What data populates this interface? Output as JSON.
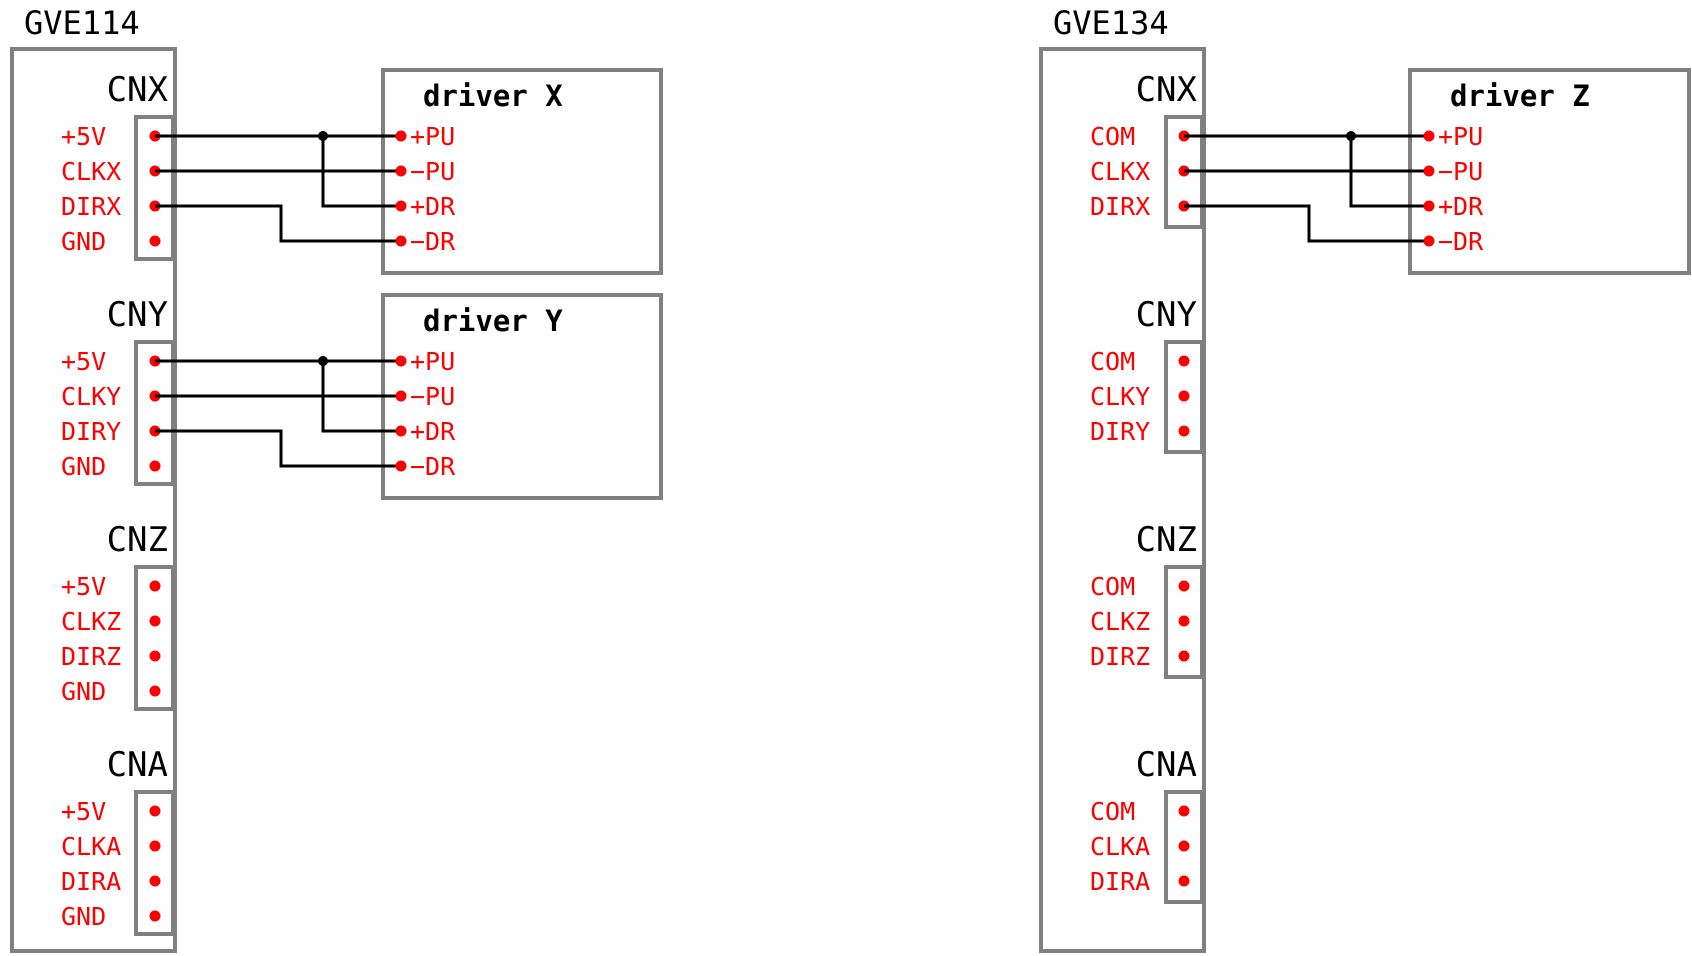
{
  "boards": {
    "gve114": {
      "title": "GVE114",
      "connectors": [
        {
          "name": "CNX",
          "pins": [
            "+5V",
            "CLKX",
            "DIRX",
            "GND"
          ]
        },
        {
          "name": "CNY",
          "pins": [
            "+5V",
            "CLKY",
            "DIRY",
            "GND"
          ]
        },
        {
          "name": "CNZ",
          "pins": [
            "+5V",
            "CLKZ",
            "DIRZ",
            "GND"
          ]
        },
        {
          "name": "CNA",
          "pins": [
            "+5V",
            "CLKA",
            "DIRA",
            "GND"
          ]
        }
      ]
    },
    "gve134": {
      "title": "GVE134",
      "connectors": [
        {
          "name": "CNX",
          "pins": [
            "COM",
            "CLKX",
            "DIRX"
          ]
        },
        {
          "name": "CNY",
          "pins": [
            "COM",
            "CLKY",
            "DIRY"
          ]
        },
        {
          "name": "CNZ",
          "pins": [
            "COM",
            "CLKZ",
            "DIRZ"
          ]
        },
        {
          "name": "CNA",
          "pins": [
            "COM",
            "CLKA",
            "DIRA"
          ]
        }
      ]
    }
  },
  "drivers": {
    "x": {
      "title": "driver X",
      "pins": [
        "+PU",
        "−PU",
        "+DR",
        "−DR"
      ]
    },
    "y": {
      "title": "driver Y",
      "pins": [
        "+PU",
        "−PU",
        "+DR",
        "−DR"
      ]
    },
    "z": {
      "title": "driver Z",
      "pins": [
        "+PU",
        "−PU",
        "+DR",
        "−DR"
      ]
    }
  },
  "colors": {
    "outline": "#808080",
    "wire": "#000000",
    "pin": "#ff0000",
    "label_text": "#000000",
    "pin_text": "#ff0000"
  }
}
